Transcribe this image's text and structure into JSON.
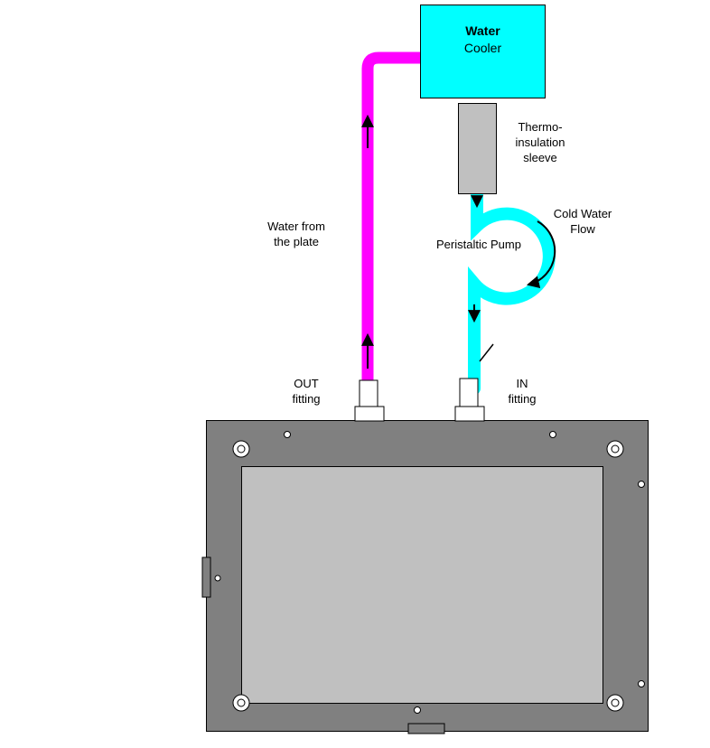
{
  "colors": {
    "hot_tube": "#FF00FF",
    "cold_tube": "#00FFFF",
    "cooler_fill": "#00FFFF",
    "sleeve_fill": "#C0C0C0",
    "plate_fill": "#808080",
    "plate_inner_fill": "#C0C0C0",
    "arrow": "#000000"
  },
  "labels": {
    "cooler": {
      "line1": "Water",
      "line2": "Cooler"
    },
    "sleeve": {
      "line1": "Thermo-",
      "line2": "insulation",
      "line3": "sleeve"
    },
    "cold_water_flow": {
      "line1": "Cold Water",
      "line2": "Flow"
    },
    "pump": "Peristaltic Pump",
    "water_from_plate": {
      "line1": "Water from",
      "line2": "the plate"
    },
    "out_fitting": {
      "line1": "OUT",
      "line2": "fitting"
    },
    "in_fitting": {
      "line1": "IN",
      "line2": "fitting"
    }
  }
}
